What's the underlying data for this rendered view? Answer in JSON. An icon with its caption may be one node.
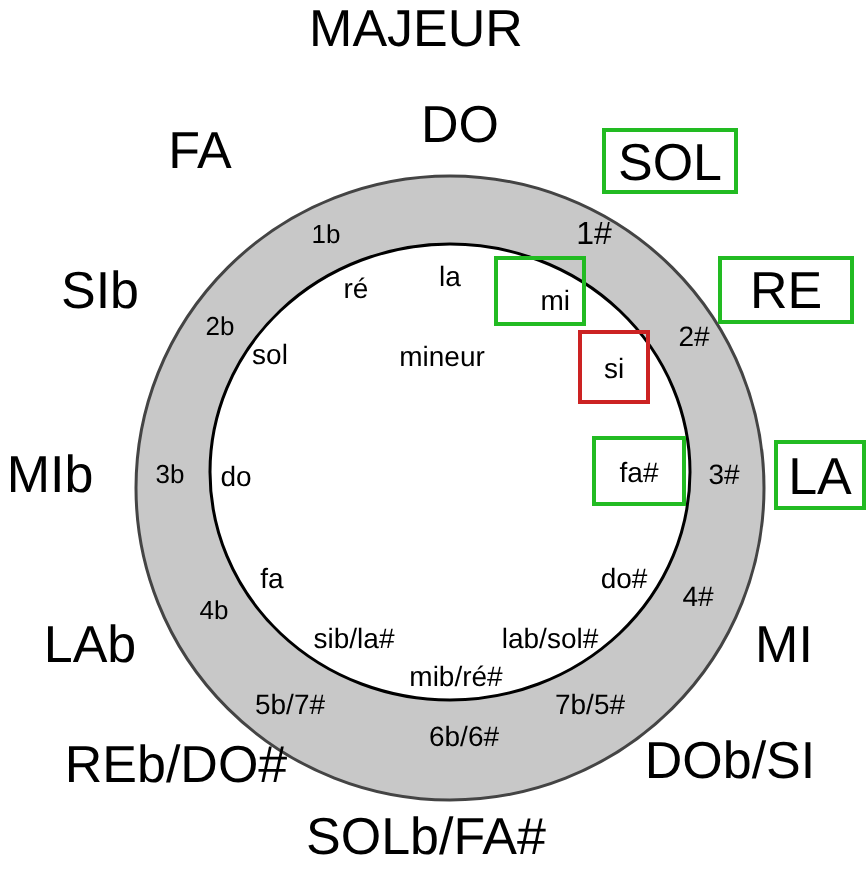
{
  "diagram": {
    "nodes": [
      {
        "text": [
          "SOL"
        ]
      },
      {
        "text": [
          "RE"
        ]
      },
      {
        "text": [
          "mi"
        ]
      },
      {
        "text": [
          "si"
        ]
      },
      {
        "text": [
          "LA"
        ]
      },
      {
        "text": [
          "fa#"
        ]
      }
    ],
    "labels": [
      "MAJEUR",
      "DO",
      "FA",
      "1b",
      "1#",
      "la",
      "ré",
      "SIb",
      "2b",
      "2#",
      "sol",
      "mineur",
      "MIb",
      "3b",
      "do",
      "3#",
      "fa",
      "do#",
      "4#",
      "4b",
      "LAb",
      "MI",
      "sib/la#",
      "lab/sol#",
      "mib/ré#",
      "5b/7#",
      "7b/5#",
      "6b/6#",
      "REb/DO#",
      "DOb/SI",
      "SOLb/FA#"
    ]
  }
}
